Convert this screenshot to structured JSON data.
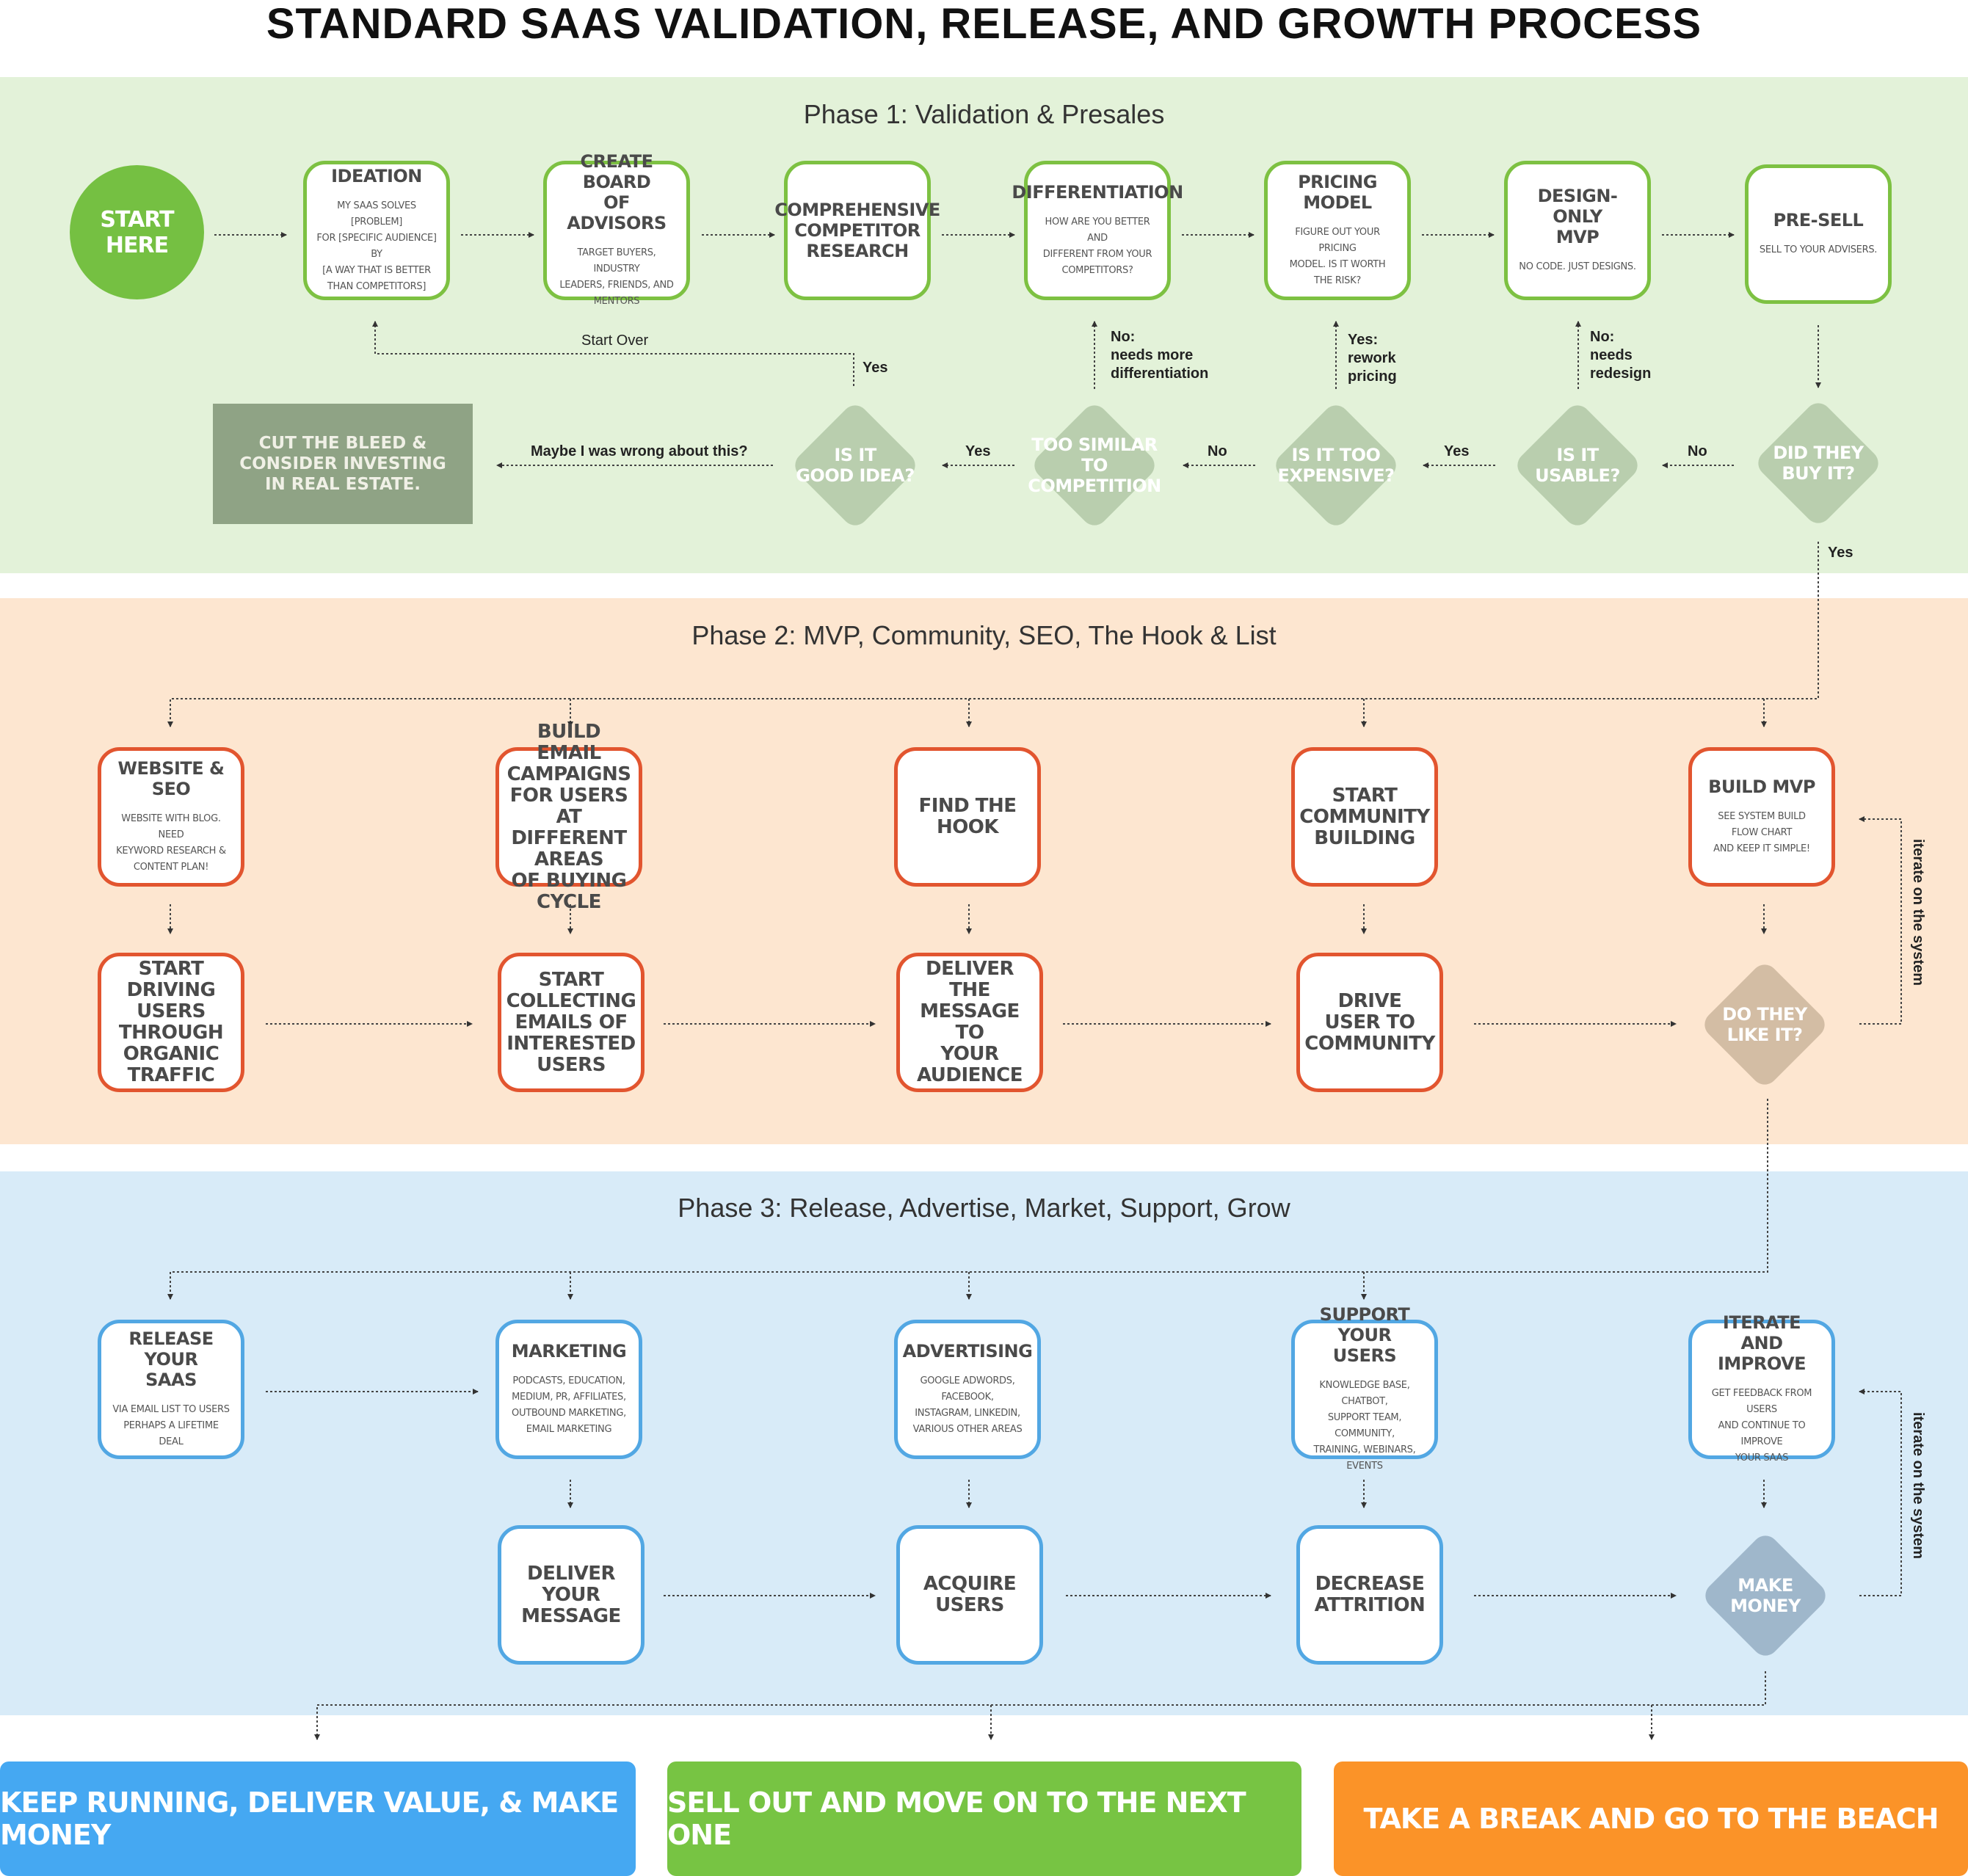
{
  "title": "STANDARD SAAS VALIDATION, RELEASE, AND GROWTH PROCESS",
  "phase1": {
    "title": "Phase 1: Validation & Presales",
    "start": "START HERE",
    "ideation": {
      "title": "IDEATION",
      "sub": "MY SAAS SOLVES [PROBLEM]\nFOR [SPECIFIC AUDIENCE] BY\n[A WAY THAT IS BETTER\nTHAN COMPETITORS]"
    },
    "board": {
      "title": "CREATE BOARD\nOF ADVISORS",
      "sub": "TARGET BUYERS, INDUSTRY\nLEADERS, FRIENDS, AND\nMENTORS"
    },
    "competitor": {
      "title": "COMPREHENSIVE\nCOMPETITOR\nRESEARCH"
    },
    "differentiation": {
      "title": "DIFFERENTIATION",
      "sub": "HOW ARE YOU BETTER AND\nDIFFERENT FROM YOUR\nCOMPETITORS?"
    },
    "pricing": {
      "title": "PRICING MODEL",
      "sub": "FIGURE OUT YOUR PRICING\nMODEL. IS IT WORTH\nTHE RISK?"
    },
    "design_mvp": {
      "title": "DESIGN-ONLY\nMVP",
      "sub": "NO CODE. JUST DESIGNS."
    },
    "presell": {
      "title": "PRE-SELL",
      "sub": "SELL TO YOUR ADVISERS."
    },
    "d_good_idea": "IS IT\nGOOD IDEA?",
    "d_too_similar": "TOO SIMILAR\nTO COMPETITION",
    "d_too_expensive": "IS IT TOO\nEXPENSIVE?",
    "d_usable": "IS IT\nUSABLE?",
    "d_buy": "DID THEY\nBUY IT?",
    "cut_bleed": "CUT THE BLEED &\nCONSIDER INVESTING\nIN REAL ESTATE.",
    "labels": {
      "start_over": "Start Over",
      "yes_good": "Yes",
      "maybe_wrong": "Maybe I was wrong about this?",
      "yes_similar": "Yes",
      "no_similar": "No",
      "yes_expensive": "Yes",
      "no_buy": "No",
      "yes_buy": "Yes",
      "needs_diff": "No:\nneeds more\ndifferentiation",
      "rework_pricing": "Yes:\nrework\npricing",
      "needs_redesign": "No:\nneeds\nredesign"
    }
  },
  "phase2": {
    "title": "Phase 2: MVP, Community, SEO, The Hook & List",
    "website_seo": {
      "title": "WEBSITE & SEO",
      "sub": "WEBSITE WITH BLOG. NEED\nKEYWORD RESEARCH &\nCONTENT PLAN!"
    },
    "email_campaigns": {
      "title": "BUILD EMAIL\nCAMPAIGNS\nFOR USERS AT\nDIFFERENT AREAS\nOF BUYING CYCLE"
    },
    "find_hook": {
      "title": "FIND THE\nHOOK"
    },
    "community": {
      "title": "START\nCOMMUNITY\nBUILDING"
    },
    "build_mvp": {
      "title": "BUILD MVP",
      "sub": "SEE SYSTEM BUILD\nFLOW CHART\nAND KEEP IT SIMPLE!"
    },
    "driving_traffic": {
      "title": "START DRIVING\nUSERS THROUGH\nORGANIC\nTRAFFIC"
    },
    "collect_emails": {
      "title": "START\nCOLLECTING\nEMAILS OF\nINTERESTED\nUSERS"
    },
    "deliver_message": {
      "title": "DELIVER THE\nMESSAGE TO\nYOUR AUDIENCE"
    },
    "drive_community": {
      "title": "DRIVE\nUSER TO\nCOMMUNITY"
    },
    "d_like": "DO THEY\nLIKE IT?",
    "iterate_label": "iterate on the system"
  },
  "phase3": {
    "title": "Phase 3: Release, Advertise, Market, Support, Grow",
    "release": {
      "title": "RELEASE YOUR\nSAAS",
      "sub": "VIA EMAIL LIST TO USERS\nPERHAPS A LIFETIME DEAL"
    },
    "marketing": {
      "title": "MARKETING",
      "sub": "PODCASTS, EDUCATION,\nMEDIUM, PR, AFFILIATES,\nOUTBOUND MARKETING,\nEMAIL MARKETING"
    },
    "advertising": {
      "title": "ADVERTISING",
      "sub": "GOOGLE ADWORDS, FACEBOOK,\nINSTAGRAM, LINKEDIN,\nVARIOUS OTHER AREAS"
    },
    "support": {
      "title": "SUPPORT\nYOUR USERS",
      "sub": "KNOWLEDGE BASE, CHATBOT,\nSUPPORT TEAM, COMMUNITY,\nTRAINING, WEBINARS, EVENTS"
    },
    "iterate": {
      "title": "ITERATE AND\nIMPROVE",
      "sub": "GET FEEDBACK FROM USERS\nAND CONTINUE TO IMPROVE\nYOUR SAAS"
    },
    "deliver": {
      "title": "DELIVER\nYOUR\nMESSAGE"
    },
    "acquire": {
      "title": "ACQUIRE\nUSERS"
    },
    "attrition": {
      "title": "DECREASE\nATTRITION"
    },
    "d_money": "MAKE\nMONEY",
    "iterate_label": "iterate on the system"
  },
  "outcomes": {
    "keep_running": "KEEP RUNNING, DELIVER VALUE, & MAKE MONEY",
    "sell_out": "SELL OUT AND MOVE ON TO THE NEXT ONE",
    "break": "TAKE A BREAK AND GO TO THE BEACH"
  },
  "colors": {
    "phase1_bg": "#e3f2d9",
    "phase2_bg": "#fde6d0",
    "phase3_bg": "#d8ebf8",
    "green": "#7dc142",
    "orange": "#e2552f",
    "blue": "#52a7e3",
    "outcome_blue": "#45a8f2",
    "outcome_green": "#77c443",
    "outcome_orange": "#fb9328"
  }
}
